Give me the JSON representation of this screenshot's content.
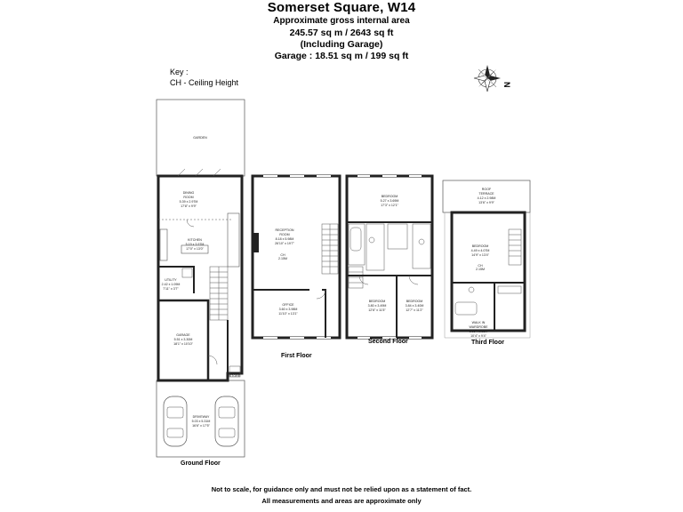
{
  "header": {
    "title": "Somerset Square, W14",
    "line1": "Approximate gross internal area",
    "line2": "245.57 sq m /  2643 sq ft",
    "line3": "(Including Garage)",
    "line4": "Garage : 18.51 sq m /  199 sq ft"
  },
  "key": {
    "title": "Key :",
    "item": "CH - Ceiling Height"
  },
  "floors": {
    "ground": "Ground Floor",
    "first": "First Floor",
    "second": "Second Floor",
    "third": "Third Floor"
  },
  "rooms": {
    "garden": "GARDEN",
    "dining": [
      "DINING",
      "ROOM",
      "5.39 x 2.97M",
      "17'8\" x 9'9\""
    ],
    "kitchen": [
      "KITCHEN",
      "5.19 x 3.97M",
      "17'0\" x 13'0\""
    ],
    "utility": [
      "UTILITY",
      "2.42 x 1.09M",
      "7'11\" x 3'7\""
    ],
    "garage": [
      "GARAGE",
      "5.51 x 3.30M",
      "18'1\" x 10'10\""
    ],
    "store": "STORE",
    "driveway": [
      "DRIVEWAY",
      "5.03 x 5.31M",
      "16'6\" x 17'5\""
    ],
    "reception": [
      "RECEPTION",
      "ROOM",
      "8.18 x 5.98M",
      "26'10\" x 19'7\""
    ],
    "office": [
      "OFFICE",
      "3.60 x 3.98M",
      "11'10\" x 13'1\""
    ],
    "bed2a": [
      "BEDROOM",
      "5.27 x 3.69M",
      "17'3\" x 12'1\""
    ],
    "bed2b": [
      "BEDROOM",
      "3.80 x 3.49M",
      "12'6\" x 11'5\""
    ],
    "bed2c": [
      "BEDROOM",
      "3.84 x 3.40M",
      "12'7\" x 11'2\""
    ],
    "terrace": [
      "ROOF",
      "TERRACE",
      "4.12 x 2.98M",
      "13'6\" x 9'9\""
    ],
    "bed3": [
      "BEDROOM",
      "4.49 x 4.07M",
      "14'9\" x 13'4\""
    ],
    "wardrobe": [
      "WALK IN",
      "WARDROBE",
      "3.15 x 2.85M",
      "10'4\" x 9'4\""
    ],
    "ch": "CH",
    "ch_value": "2.15M"
  },
  "compass": {
    "north": "N"
  },
  "disclaimer": {
    "line1": "Not to scale, for guidance only and must not be relied upon as a statement of fact.",
    "line2": "All measurements and areas are approximate only"
  },
  "colors": {
    "wall": "#222222",
    "fill": "#ffffff",
    "line": "#555555"
  }
}
